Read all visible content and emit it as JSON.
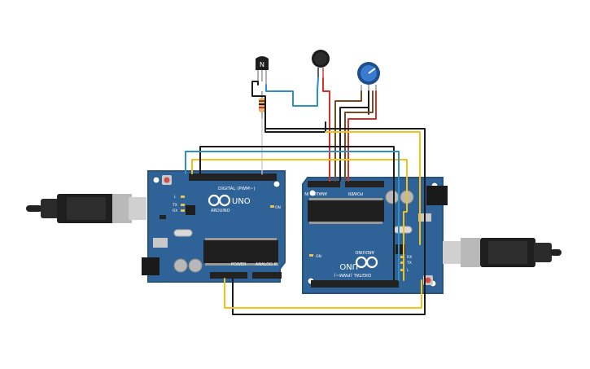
{
  "board_left": {
    "brand": "ARDUINO",
    "model": "UNO",
    "digital_header": "DIGITAL (PWM~)",
    "power_label": "POWER",
    "analog_label": "ANALOG IN",
    "on_label": "ON",
    "led_l": "L",
    "led_tx": "TX",
    "led_rx": "RX"
  },
  "board_right": {
    "brand": "ARDUINO",
    "model": "UNO",
    "digital_header": "DIGITAL (PWM~)",
    "power_label": "POWER",
    "analog_label": "ANALOG IN",
    "on_label": "ON",
    "led_l": "L",
    "led_tx": "TX",
    "led_rx": "RX"
  },
  "transistor": {
    "label": "N"
  },
  "colors": {
    "board": "#2f6296",
    "board_edge": "#27537f",
    "wire_black": "#1b1b1b",
    "wire_yellow": "#f2c21b",
    "wire_blue": "#2f8fc7",
    "wire_red": "#d6302a",
    "wire_brown": "#7a4a21",
    "header": "#222222",
    "chip": "#1e1e1e"
  }
}
